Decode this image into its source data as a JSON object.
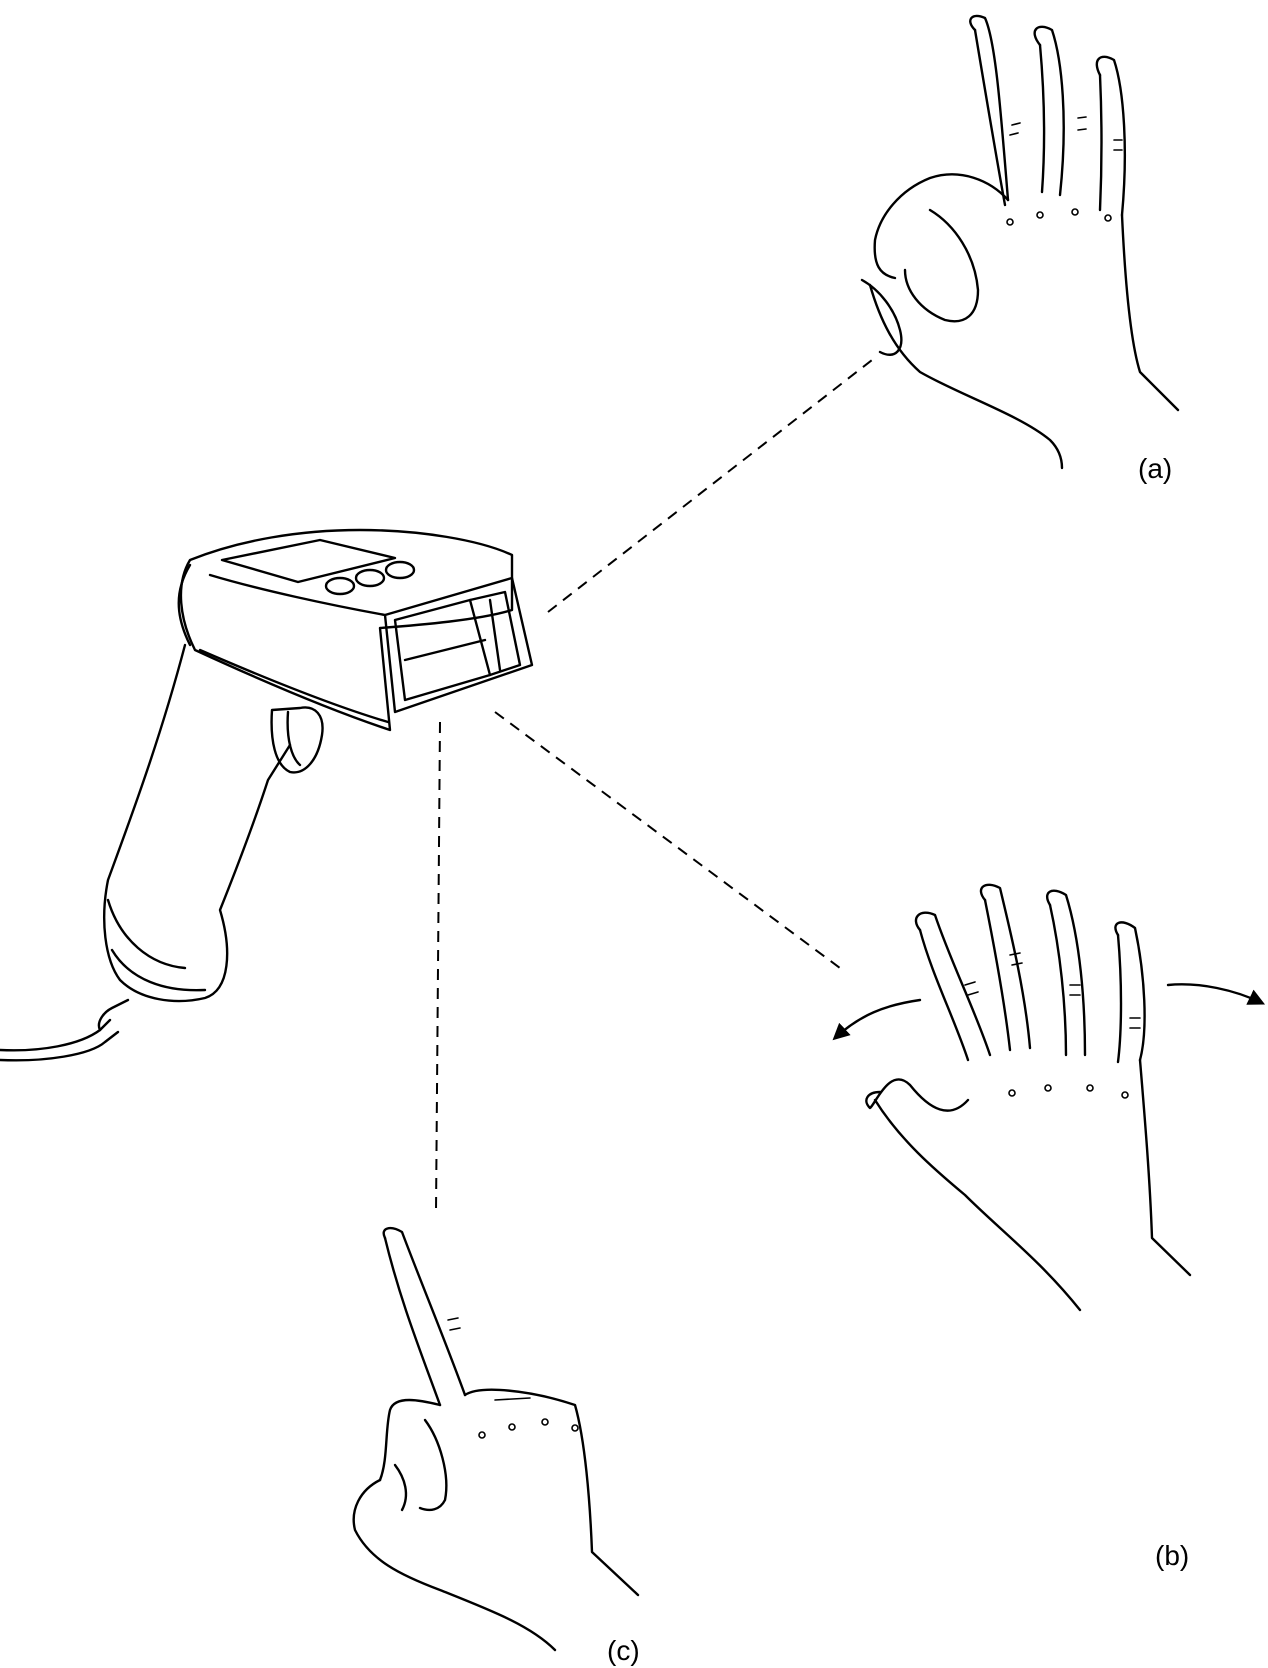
{
  "labels": {
    "a": "(a)",
    "b": "(b)",
    "c": "(c)"
  },
  "icons": {
    "scanner": "barcode-scanner-icon",
    "hand_ok": "ok-hand-gesture-icon",
    "hand_wave": "open-hand-wave-gesture-icon",
    "hand_point": "pointing-finger-gesture-icon"
  },
  "colors": {
    "line": "#000000",
    "background": "#ffffff"
  }
}
